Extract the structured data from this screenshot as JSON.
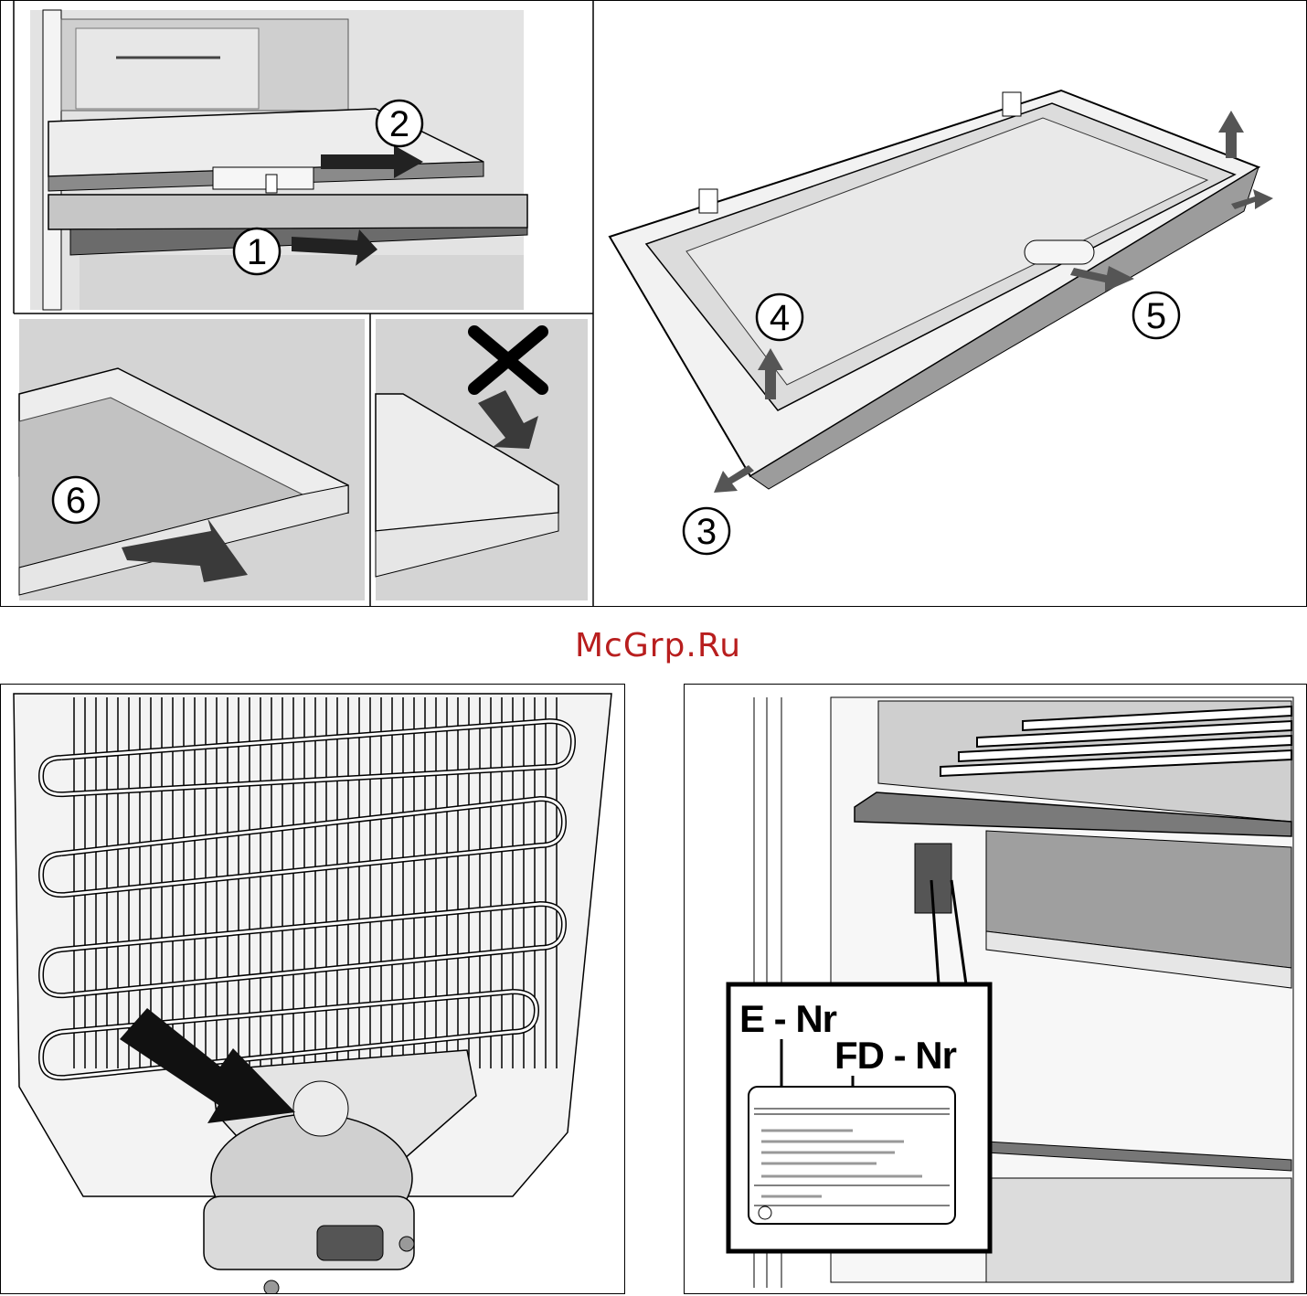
{
  "watermark": "McGrp.Ru",
  "top_panel": {
    "step_numbers": {
      "s1": "1",
      "s2": "2",
      "s3": "3",
      "s4": "4",
      "s5": "5",
      "s6": "6"
    },
    "wrong_mark": "X"
  },
  "rating_plate": {
    "e_nr": "E - Nr",
    "fd_nr": "FD - Nr"
  },
  "colors": {
    "line": "#000000",
    "shade_light": "#d9d9d9",
    "shade_mid": "#bdbdbd",
    "shade_dark": "#555555",
    "watermark": "#b81e1e"
  }
}
